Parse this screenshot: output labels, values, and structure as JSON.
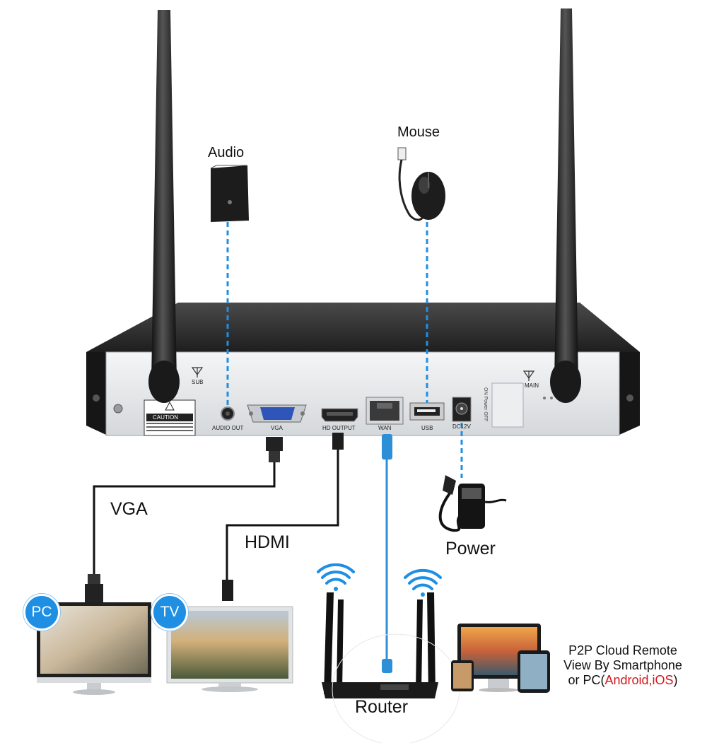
{
  "labels": {
    "audio": "Audio",
    "mouse": "Mouse",
    "vga_cable": "VGA",
    "hdmi_cable": "HDMI",
    "power": "Power",
    "router": "Router"
  },
  "badges": {
    "pc": "PC",
    "tv": "TV"
  },
  "p2p": {
    "line1": "P2P Cloud Remote",
    "line2": "View By Smartphone",
    "line3_prefix": "or PC(",
    "line3_highlight": "Android,iOS",
    "line3_suffix": ")"
  },
  "nvr_ports": {
    "sub": "SUB",
    "main": "MAIN",
    "audio_out": "AUDIO OUT",
    "vga": "VGA",
    "hd_output": "HD OUTPUT",
    "wan": "WAN",
    "usb": "USB",
    "dc12v": "DC12V",
    "caution": "CAUTION",
    "power_switch": "ON  Power  OFF"
  },
  "colors": {
    "dashed_link": "#1e8fe3",
    "badge": "#1e8fe3",
    "highlight": "#d4161c",
    "nvr_body": "#2a2a2a",
    "nvr_panel": "#e6e8ea"
  }
}
